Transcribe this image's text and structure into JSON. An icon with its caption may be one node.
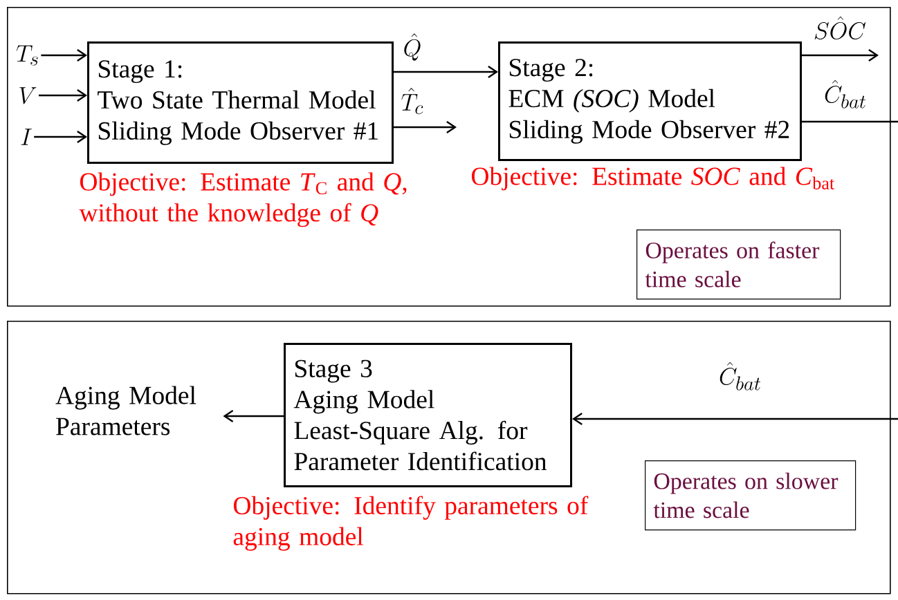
{
  "diagram": {
    "nodes": [
      {
        "text": [],
        "shape": "box"
      },
      {
        "text": [
          "Stage 1:",
          "Two State Thermal Model",
          "Sliding Mode Observer #1"
        ],
        "in": 0,
        "beside": [
          "Objective: Estimate *T*$_{C}$ and *Q*, without the knowledge of *Q*"
        ]
      },
      {
        "text": [
          "Stage 2:",
          "ECM *(SOC)* Model",
          "Sliding Mode Observer #2"
        ],
        "in": 0,
        "beside": [
          "Objective: Estimate *SOC* and *C*$_{bat}$"
        ]
      },
      {
        "text": [
          "Operates on faster time scale"
        ],
        "in": 0
      },
      {
        "text": [],
        "shape": "box"
      },
      {
        "text": [
          "Stage 3",
          "Aging Model",
          "Least-Square Alg. for Parameter Identification"
        ],
        "in": 4,
        "beside": [
          "Objective: Identify parameters of aging model"
        ]
      },
      {
        "text": [
          "Operates on slower time scale"
        ],
        "in": 4
      },
      {
        "text": [
          "T_s"
        ],
        "in": 0
      },
      {
        "text": [
          "V"
        ],
        "in": 0
      },
      {
        "text": [
          "I"
        ],
        "in": 0
      },
      {
        "text": [
          "Aging Model Parameters"
        ],
        "in": 4
      }
    ],
    "edges": [
      {
        "from": 7,
        "to": 1,
        "arrow": "to"
      },
      {
        "from": 8,
        "to": 1,
        "arrow": "to"
      },
      {
        "from": 9,
        "to": 1,
        "arrow": "to"
      },
      {
        "from": 1,
        "to": 2,
        "arrow": "to",
        "label": "\\hat{Q}"
      },
      {
        "from": 1,
        "to": null,
        "arrow": "to",
        "label": "\\hat{T}_c"
      },
      {
        "from": 2,
        "to": null,
        "arrow": "to",
        "label": "S\\hat{O}C"
      },
      {
        "from": 2,
        "to": null,
        "arrow": "none",
        "label": "\\hat{C}_{bat}"
      },
      {
        "from": null,
        "to": 5,
        "arrow": "to",
        "label": "\\hat{C}_{bat}"
      },
      {
        "from": 5,
        "to": 10,
        "arrow": "to"
      }
    ]
  }
}
